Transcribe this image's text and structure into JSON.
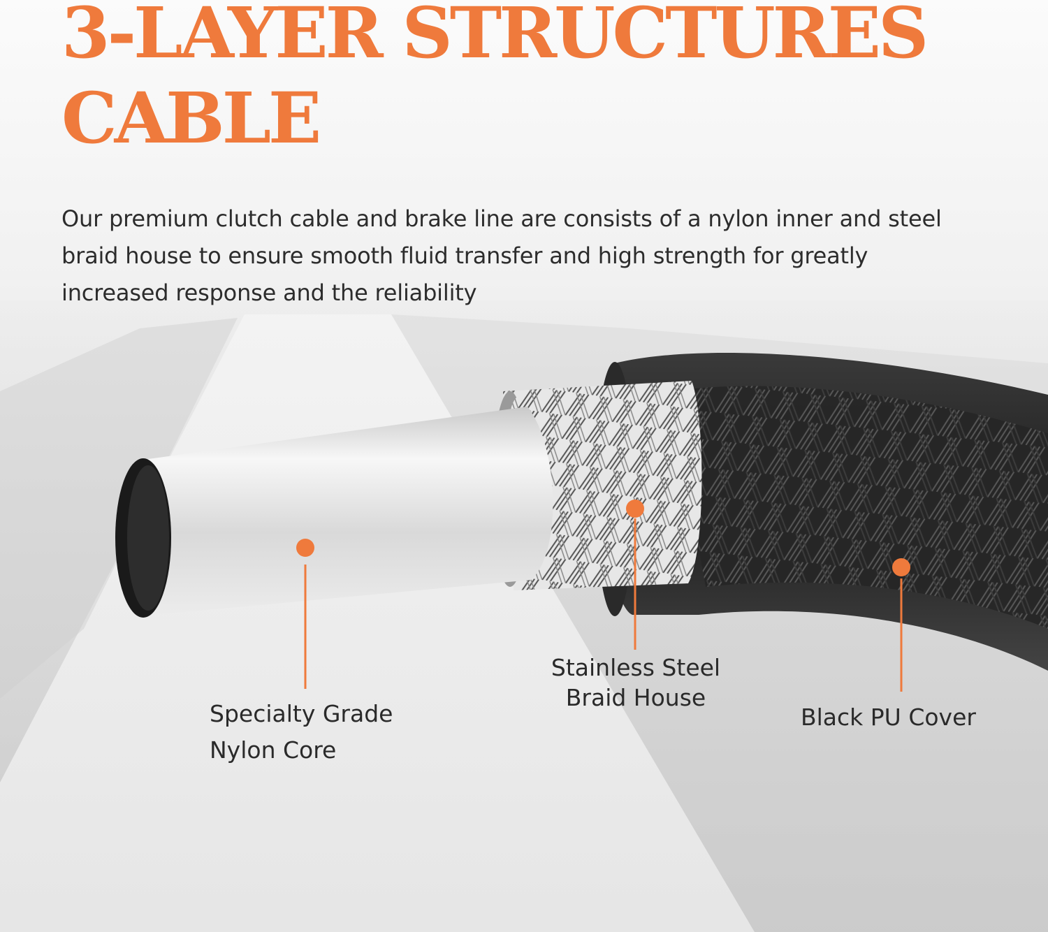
{
  "headline": {
    "line1": "3-LAYER STRUCTURES",
    "line2": "CABLE"
  },
  "description": "Our premium clutch cable and brake line are consists of a nylon inner and steel braid house to ensure smooth fluid transfer and high strength for greatly increased response and the reliability",
  "callouts": {
    "nylon": {
      "line1": "Specialty Grade",
      "line2": "Nylon Core"
    },
    "steel": {
      "line1": "Stainless Steel",
      "line2": "Braid House"
    },
    "pu": {
      "line1": "Black PU Cover"
    }
  },
  "colors": {
    "accent": "#ef7a3c",
    "text": "#2c2c2c",
    "cover": "#2b2b2b",
    "core": "#dcdcdc"
  }
}
